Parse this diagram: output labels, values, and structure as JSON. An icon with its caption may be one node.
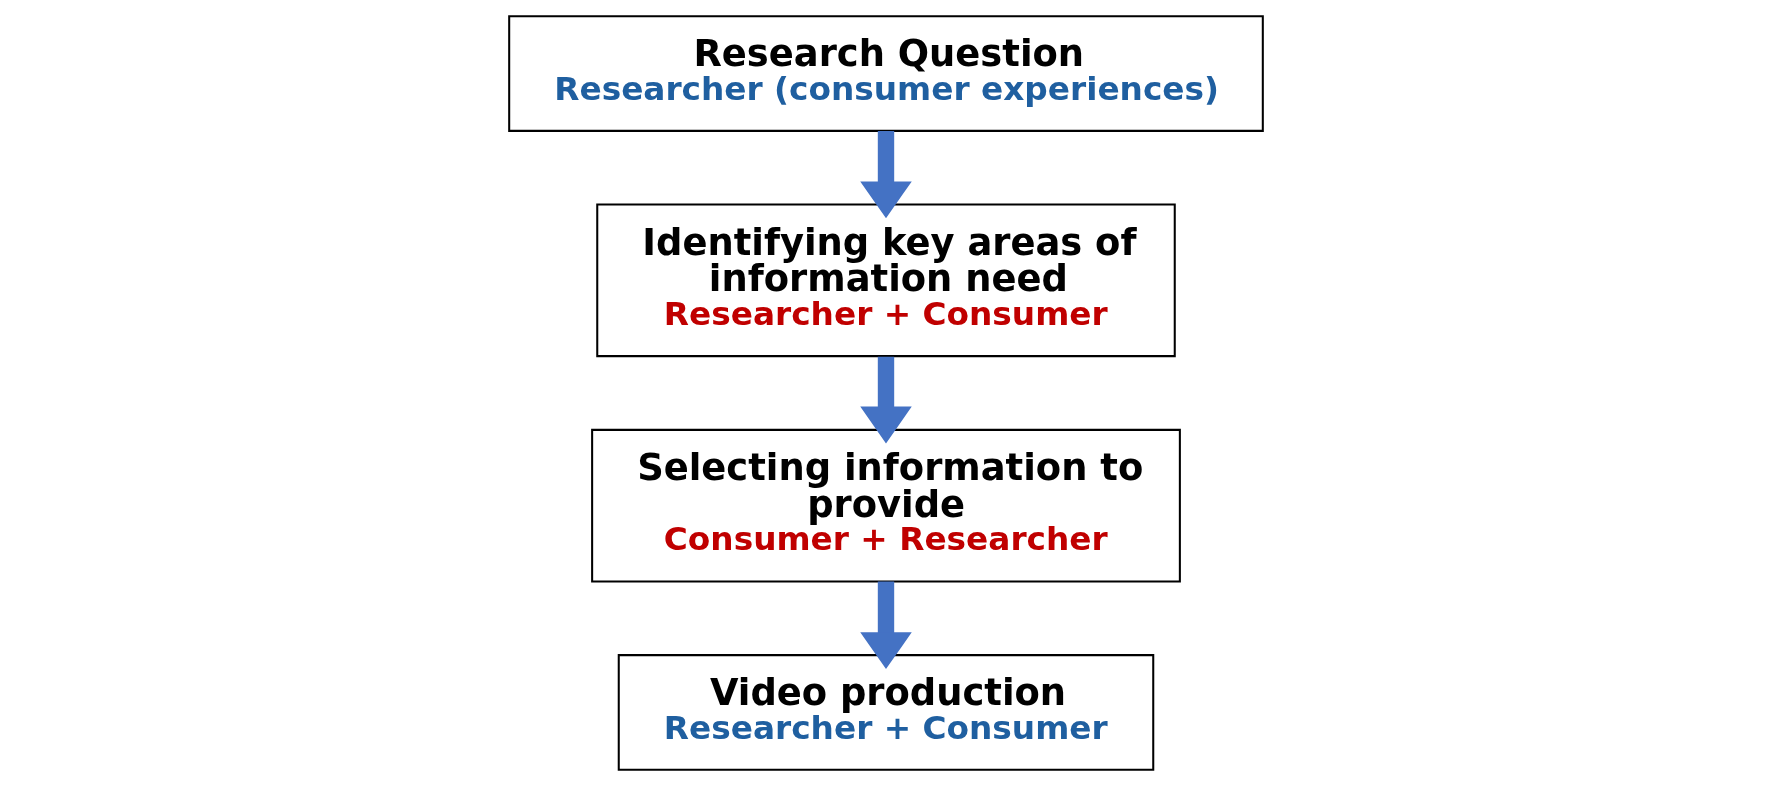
{
  "diagram": {
    "nodes": [
      {
        "text": [
          "Research Question",
          "Researcher (consumer experiences)"
        ]
      },
      {
        "text": [
          "Identifying key areas of information need",
          "Researcher + Consumer"
        ]
      },
      {
        "text": [
          "Selecting information to provide",
          "Consumer + Researcher"
        ]
      },
      {
        "text": [
          "Video production",
          "Researcher + Consumer"
        ]
      }
    ],
    "edges": [
      {
        "from": 0,
        "to": 1,
        "arrow": "to"
      },
      {
        "from": 1,
        "to": 2,
        "arrow": "to"
      },
      {
        "from": 2,
        "to": 3,
        "arrow": "to"
      }
    ]
  }
}
